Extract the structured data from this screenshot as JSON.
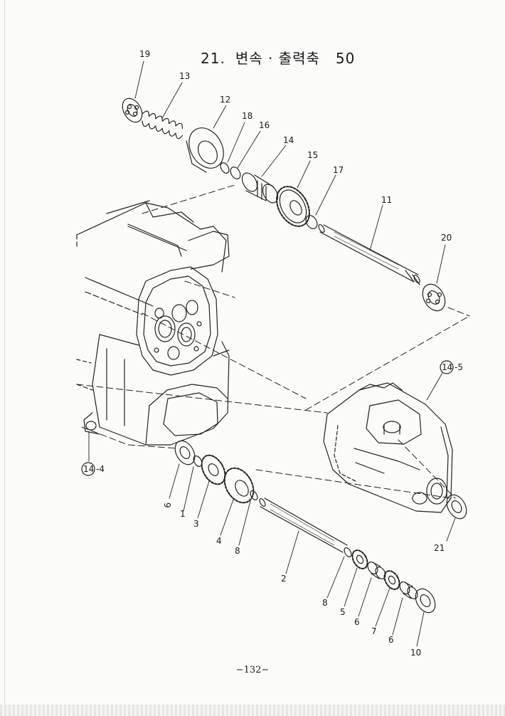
{
  "section": {
    "number": "21.",
    "title": "변속 · 출력축",
    "model": "50"
  },
  "callouts": {
    "c19": "19",
    "c13": "13",
    "c12": "12",
    "c18": "18",
    "c16": "16",
    "c14": "14",
    "c15": "15",
    "c17": "17",
    "c11": "11",
    "c20": "20",
    "ref_14_5": "-5",
    "ref_14_5_circle": "14",
    "ref_14_4": "-4",
    "ref_14_4_circle": "14",
    "c9": "9",
    "c1": "1",
    "c3": "3",
    "c4": "4",
    "c8a": "8",
    "c2": "2",
    "c21": "21",
    "c8b": "8",
    "c5": "5",
    "c6a": "6",
    "c7": "7",
    "c6b": "6",
    "c10": "10"
  },
  "footer": {
    "page_number": "−132−"
  }
}
